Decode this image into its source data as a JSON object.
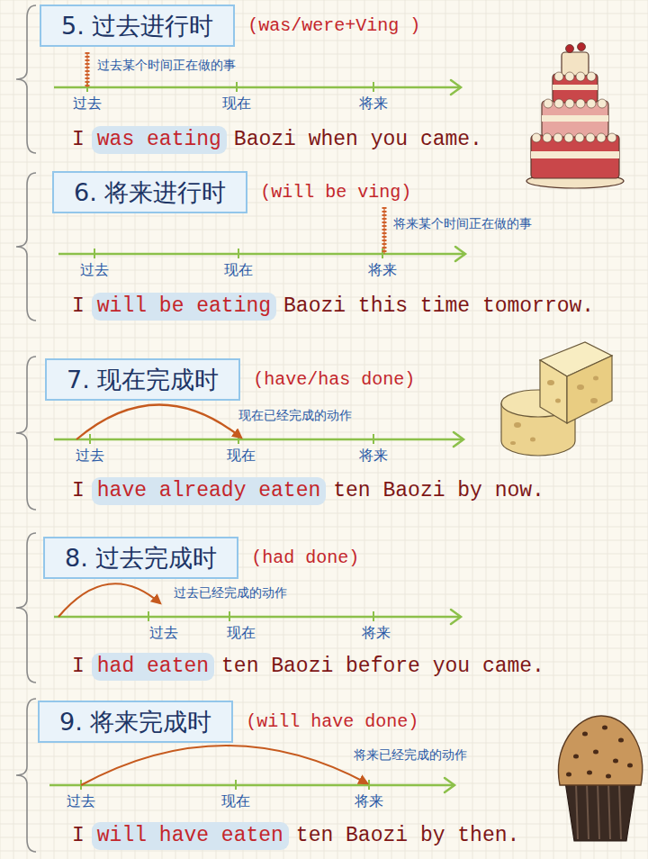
{
  "diagram": {
    "nodes": [
      {
        "text": [
          "5. 过去进行时"
        ]
      },
      {
        "text": [
          "was eating"
        ]
      },
      {
        "text": [
          "6. 将来进行时"
        ]
      },
      {
        "text": [
          "will be eating"
        ]
      },
      {
        "text": [
          "7. 现在完成时"
        ]
      },
      {
        "text": [
          "have already eaten"
        ]
      },
      {
        "text": [
          "8. 过去完成时"
        ]
      },
      {
        "text": [
          "had eaten"
        ]
      },
      {
        "text": [
          "9. 将来完成时"
        ]
      },
      {
        "text": [
          "will have eaten"
        ]
      }
    ],
    "labels": [
      "(was/were+Ving )",
      "过去某个时间正在做的事",
      "过去",
      "现在",
      "将来",
      "I",
      "Baozi when you came.",
      "(will be ving)",
      "将来某个时间正在做的事",
      "过去",
      "现在",
      "将来",
      "I",
      "Baozi this time tomorrow.",
      "(have/has done)",
      "现在已经完成的动作",
      "过去",
      "现在",
      "将来",
      "I",
      "ten Baozi by now.",
      "(had done)",
      "过去已经完成的动作",
      "过去",
      "现在",
      "将来",
      "I",
      "ten Baozi before you came.",
      "(will have done)",
      "将来已经完成的动作",
      "过去",
      "现在",
      "将来",
      "I",
      "ten Baozi by then."
    ]
  }
}
